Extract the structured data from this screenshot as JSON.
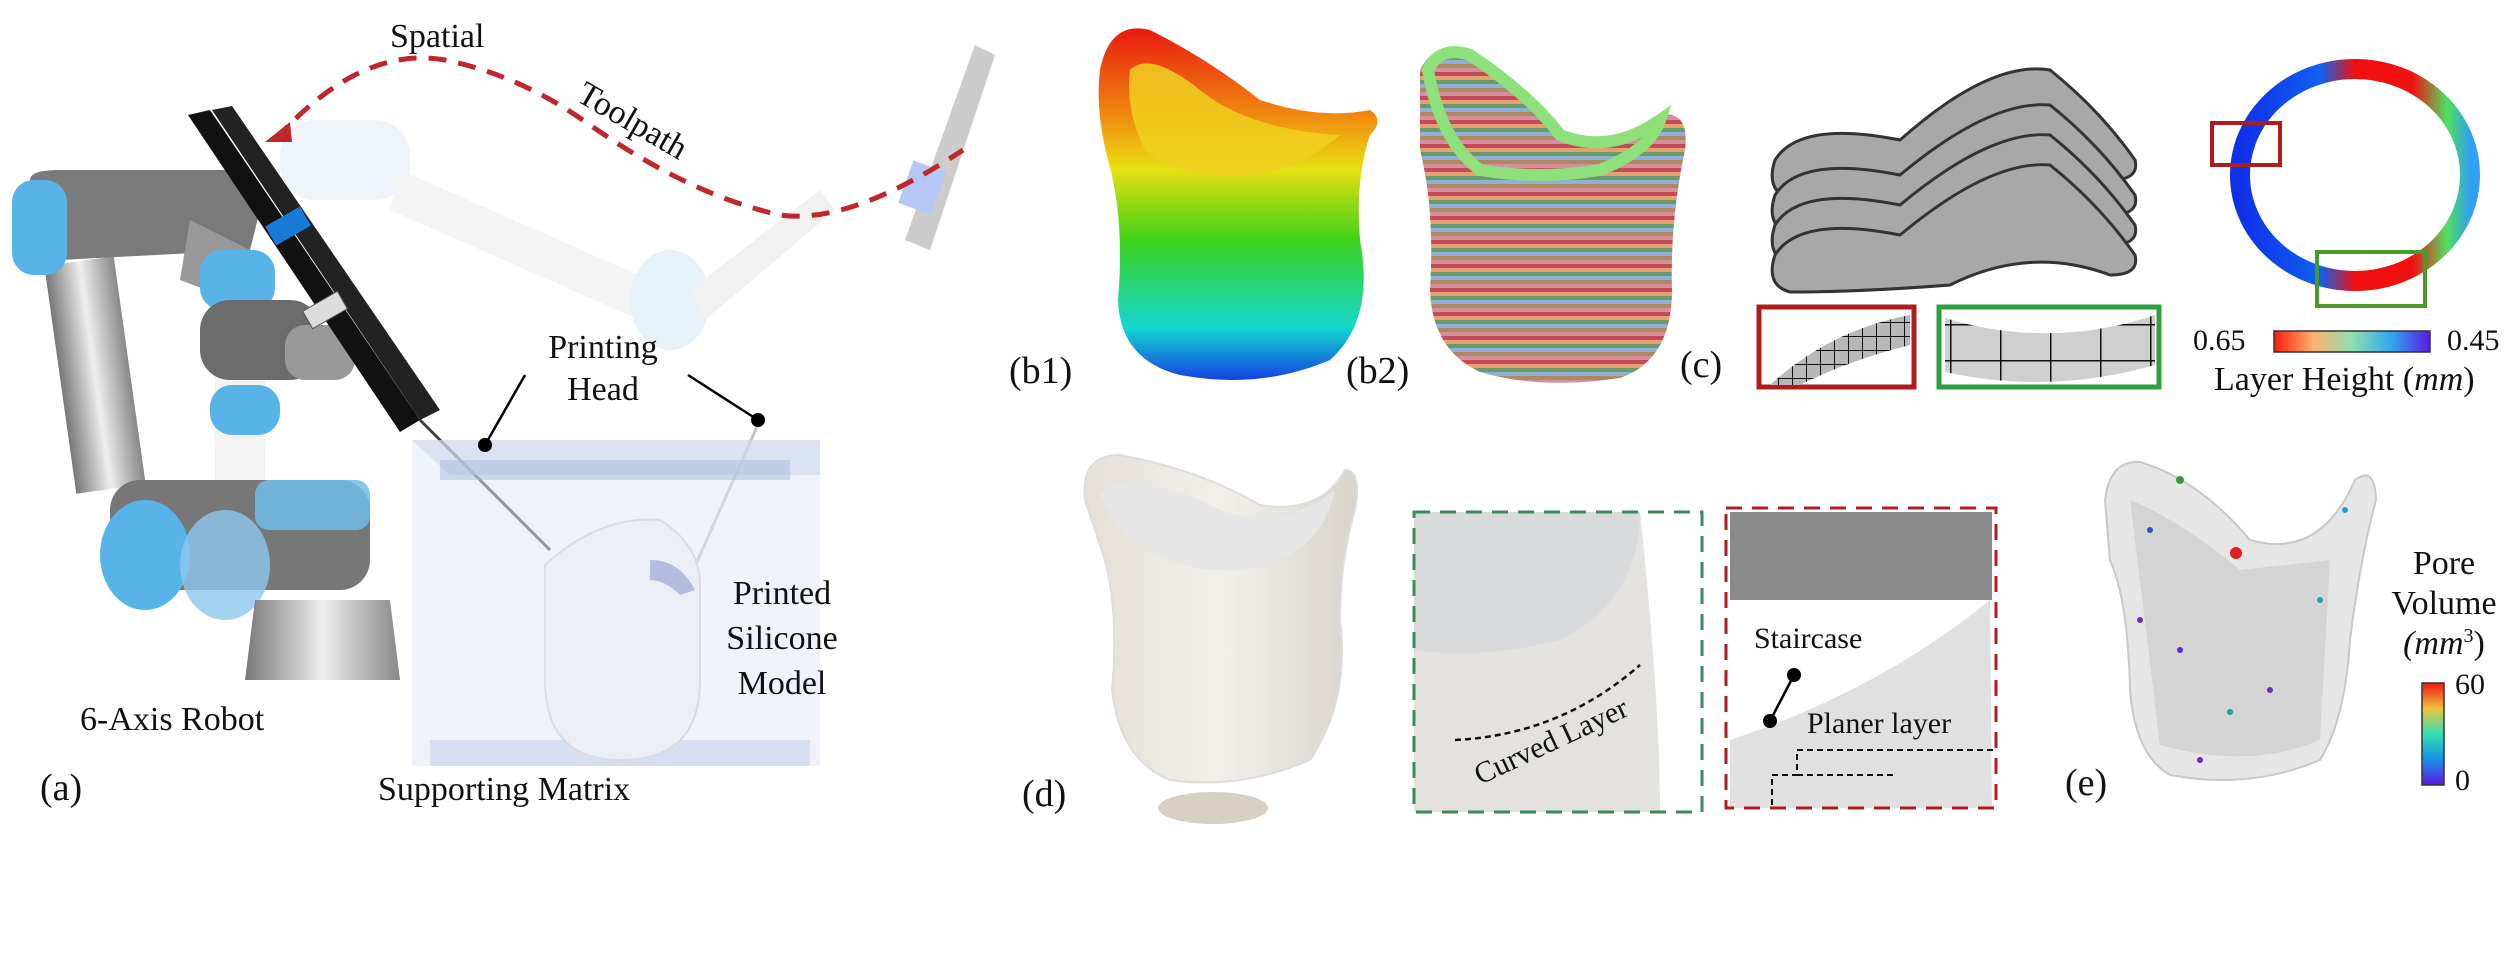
{
  "panel_a": {
    "label": "(a)",
    "toolpath_word1": "Spatial",
    "toolpath_word2": "Toolpath",
    "printing_head_line1": "Printing",
    "printing_head_line2": "Head",
    "model_line1": "Printed",
    "model_line2": "Silicone",
    "model_line3": "Model",
    "robot": "6-Axis Robot",
    "matrix": "Supporting Matrix",
    "path_color": "#c0262b"
  },
  "panel_b1": {
    "label": "(b1)"
  },
  "panel_b2": {
    "label": "(b2)"
  },
  "panel_c": {
    "label": "(c)",
    "colorbar_min_label": "0.65",
    "colorbar_max_label": "0.45",
    "colorbar_title": "Layer Height (",
    "colorbar_unit": "mm",
    "colorbar_close": ")",
    "inset_red_color": "#b01c1c",
    "inset_green_color": "#2ea043"
  },
  "panel_d": {
    "label": "(d)",
    "curved_layer": "Curved Layer",
    "staircase": "Staircase",
    "planer_layer": "Planer layer"
  },
  "panel_e": {
    "label": "(e)",
    "title_line1": "Pore",
    "title_line2": "Volume",
    "title_unit": "(mm",
    "title_sup": "3",
    "title_close": ")",
    "colorbar_max": "60",
    "colorbar_min": "0"
  }
}
